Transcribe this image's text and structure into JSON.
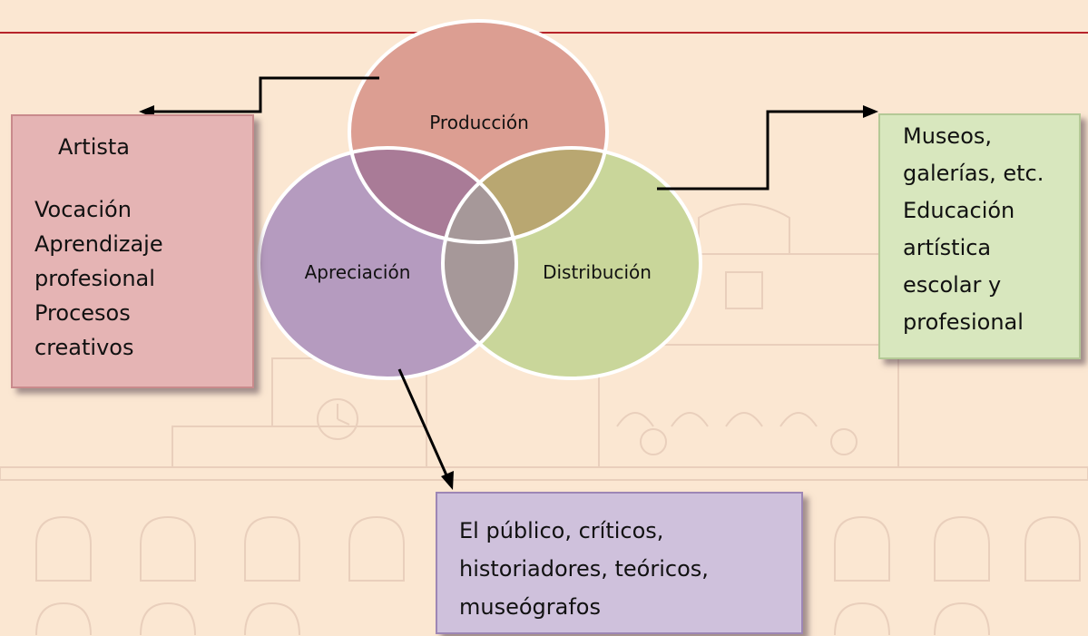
{
  "colors": {
    "background": "#fbe7d2",
    "title_red": "#c0141b",
    "produccion": "#dc9e92",
    "apreciacion": "#b59bbf",
    "distribucion": "#c9d69a",
    "overlap_pa": "#a97b97",
    "overlap_pd": "#b9a771",
    "overlap_ad": "#a69899",
    "box_artista": "#e5b4b4",
    "box_museos": "#d8e7be",
    "box_publico": "#cfc1dc"
  },
  "circles": {
    "produccion": "Producción",
    "apreciacion": "Apreciación",
    "distribucion": "Distribución"
  },
  "artista": {
    "title": "Artista",
    "lines": [
      "Vocación",
      "Aprendizaje",
      "profesional",
      "Procesos",
      "creativos"
    ]
  },
  "museos": {
    "lines": [
      "Museos,",
      "galerías, etc.",
      "Educación",
      "artística",
      "escolar y",
      "profesional"
    ]
  },
  "publico": {
    "lines": [
      "El público, críticos,",
      "historiadores, teóricos,",
      "museógrafos"
    ]
  },
  "arrows": {
    "icon": "arrow-head-icon"
  }
}
